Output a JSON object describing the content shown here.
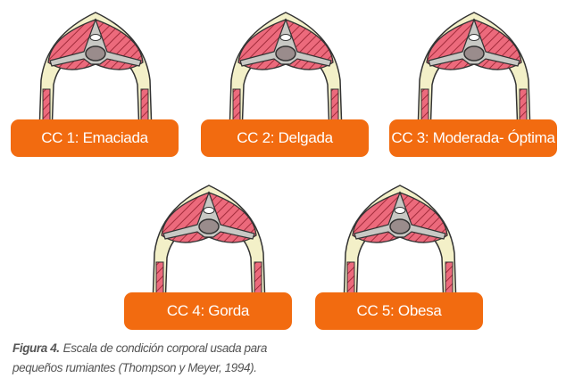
{
  "figure": {
    "panels": [
      {
        "label": "CC 1: Emaciada",
        "score": 1
      },
      {
        "label": "CC 2: Delgada",
        "score": 2
      },
      {
        "label": "CC 3: Moderada- Óptima",
        "score": 3
      },
      {
        "label": "CC 4: Gorda",
        "score": 4
      },
      {
        "label": "CC 5: Obesa",
        "score": 5
      }
    ],
    "caption": {
      "number": "Figura 4.",
      "text": "Escala de condición corporal usada para pequeños rumiantes (Thompson y Meyer, 1994)."
    },
    "colors": {
      "label_bg": "#f26b10",
      "muscle": "#e8566a",
      "fat": "#f3f0c8",
      "bone": "#c8c8c4"
    }
  }
}
